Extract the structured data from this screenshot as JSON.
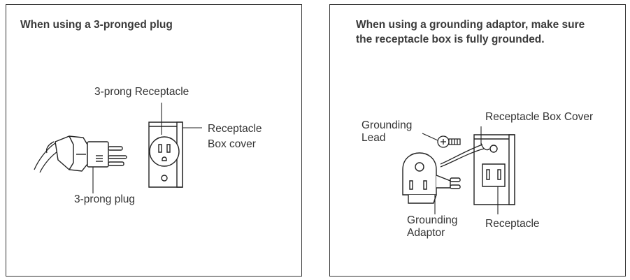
{
  "left": {
    "title": "When using a 3-pronged plug",
    "labels": {
      "receptacle": "3-prong Receptacle",
      "box_cover_line1": "Receptacle",
      "box_cover_line2": "Box cover",
      "plug": "3-prong plug"
    }
  },
  "right": {
    "title_line1": "When using a grounding adaptor, make sure",
    "title_line2": "the receptacle box is fully grounded.",
    "labels": {
      "grounding_lead_line1": "Grounding",
      "grounding_lead_line2": "Lead",
      "box_cover": "Receptacle Box Cover",
      "adaptor_line1": "Grounding",
      "adaptor_line2": "Adaptor",
      "receptacle": "Receptacle"
    }
  }
}
